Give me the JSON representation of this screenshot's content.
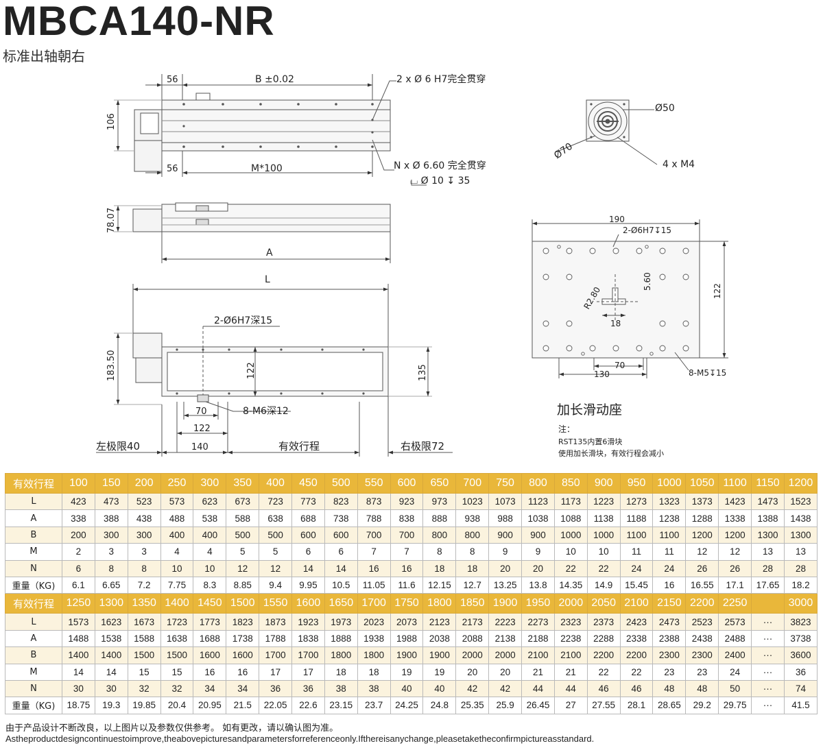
{
  "header": {
    "title": "MBCA140-NR",
    "subtitle": "标准出轴朝右",
    "accent": "#e9b73a"
  },
  "drawing": {
    "top_view": {
      "dim_56_top": "56",
      "dim_b": "B ±0.02",
      "hole_spec_top": "2 x Ø 6 H7完全贯穿",
      "dim_106": "106",
      "dim_56_bottom": "56",
      "dim_m100": "M*100",
      "hole_spec_bottom": "N x Ø 6.60 完全贯穿",
      "counterbore": "⌴ Ø 10 ↧ 35"
    },
    "end_view": {
      "dia_50": "Ø50",
      "dia_70": "Ø70",
      "thread": "4 x M4"
    },
    "side_view": {
      "dim_height": "78.07",
      "dim_a": "A"
    },
    "bottom_view": {
      "dim_l": "L",
      "pin_spec": "2-Ø6H7深15",
      "dim_height": "183.50",
      "dim_122": "122",
      "dim_135": "135",
      "dim_70": "70",
      "thread_spec": "8-M6深12",
      "dim_122b": "122",
      "left_limit": "左极限40",
      "dim_140": "140",
      "stroke": "有效行程",
      "right_limit": "右极限72"
    },
    "carriage": {
      "dim_190": "190",
      "pin_spec": "2-Ø6H7↧15",
      "dim_560": "5.60",
      "dim_r": "R2.80",
      "dim_18": "18",
      "dim_122": "122",
      "dim_70": "70",
      "dim_130": "130",
      "thread": "8-M5↧15",
      "title": "加长滑动座",
      "note_label": "注：",
      "note_1": "RST135内置6滑块",
      "note_2": "使用加长滑块，有效行程会减小"
    }
  },
  "table_1": {
    "header_label": "有效行程",
    "strokes": [
      "100",
      "150",
      "200",
      "250",
      "300",
      "350",
      "400",
      "450",
      "500",
      "550",
      "600",
      "650",
      "700",
      "750",
      "800",
      "850",
      "900",
      "950",
      "1000",
      "1050",
      "1100",
      "1150",
      "1200"
    ],
    "rows": [
      {
        "label": "L",
        "values": [
          "423",
          "473",
          "523",
          "573",
          "623",
          "673",
          "723",
          "773",
          "823",
          "873",
          "923",
          "973",
          "1023",
          "1073",
          "1123",
          "1173",
          "1223",
          "1273",
          "1323",
          "1373",
          "1423",
          "1473",
          "1523"
        ]
      },
      {
        "label": "A",
        "values": [
          "338",
          "388",
          "438",
          "488",
          "538",
          "588",
          "638",
          "688",
          "738",
          "788",
          "838",
          "888",
          "938",
          "988",
          "1038",
          "1088",
          "1138",
          "1188",
          "1238",
          "1288",
          "1338",
          "1388",
          "1438"
        ]
      },
      {
        "label": "B",
        "values": [
          "200",
          "300",
          "300",
          "400",
          "400",
          "500",
          "500",
          "600",
          "600",
          "700",
          "700",
          "800",
          "800",
          "900",
          "900",
          "1000",
          "1000",
          "1100",
          "1100",
          "1200",
          "1200",
          "1300",
          "1300"
        ]
      },
      {
        "label": "M",
        "values": [
          "2",
          "3",
          "3",
          "4",
          "4",
          "5",
          "5",
          "6",
          "6",
          "7",
          "7",
          "8",
          "8",
          "9",
          "9",
          "10",
          "10",
          "11",
          "11",
          "12",
          "12",
          "13",
          "13"
        ]
      },
      {
        "label": "N",
        "values": [
          "6",
          "8",
          "8",
          "10",
          "10",
          "12",
          "12",
          "14",
          "14",
          "16",
          "16",
          "18",
          "18",
          "20",
          "20",
          "22",
          "22",
          "24",
          "24",
          "26",
          "26",
          "28",
          "28"
        ]
      },
      {
        "label": "重量（KG)",
        "values": [
          "6.1",
          "6.65",
          "7.2",
          "7.75",
          "8.3",
          "8.85",
          "9.4",
          "9.95",
          "10.5",
          "11.05",
          "11.6",
          "12.15",
          "12.7",
          "13.25",
          "13.8",
          "14.35",
          "14.9",
          "15.45",
          "16",
          "16.55",
          "17.1",
          "17.65",
          "18.2"
        ]
      }
    ]
  },
  "table_2": {
    "header_label": "有效行程",
    "strokes": [
      "1250",
      "1300",
      "1350",
      "1400",
      "1450",
      "1500",
      "1550",
      "1600",
      "1650",
      "1700",
      "1750",
      "1800",
      "1850",
      "1900",
      "1950",
      "2000",
      "2050",
      "2100",
      "2150",
      "2200",
      "2250",
      "",
      "3000"
    ],
    "rows": [
      {
        "label": "L",
        "values": [
          "1573",
          "1623",
          "1673",
          "1723",
          "1773",
          "1823",
          "1873",
          "1923",
          "1973",
          "2023",
          "2073",
          "2123",
          "2173",
          "2223",
          "2273",
          "2323",
          "2373",
          "2423",
          "2473",
          "2523",
          "2573",
          "···",
          "3823"
        ]
      },
      {
        "label": "A",
        "values": [
          "1488",
          "1538",
          "1588",
          "1638",
          "1688",
          "1738",
          "1788",
          "1838",
          "1888",
          "1938",
          "1988",
          "2038",
          "2088",
          "2138",
          "2188",
          "2238",
          "2288",
          "2338",
          "2388",
          "2438",
          "2488",
          "···",
          "3738"
        ]
      },
      {
        "label": "B",
        "values": [
          "1400",
          "1400",
          "1500",
          "1500",
          "1600",
          "1600",
          "1700",
          "1700",
          "1800",
          "1800",
          "1900",
          "1900",
          "2000",
          "2000",
          "2100",
          "2100",
          "2200",
          "2200",
          "2300",
          "2300",
          "2400",
          "···",
          "3600"
        ]
      },
      {
        "label": "M",
        "values": [
          "14",
          "14",
          "15",
          "15",
          "16",
          "16",
          "17",
          "17",
          "18",
          "18",
          "19",
          "19",
          "20",
          "20",
          "21",
          "21",
          "22",
          "22",
          "23",
          "23",
          "24",
          "···",
          "36"
        ]
      },
      {
        "label": "N",
        "values": [
          "30",
          "30",
          "32",
          "32",
          "34",
          "34",
          "36",
          "36",
          "38",
          "38",
          "40",
          "40",
          "42",
          "42",
          "44",
          "44",
          "46",
          "46",
          "48",
          "48",
          "50",
          "···",
          "74"
        ]
      },
      {
        "label": "重量（KG)",
        "values": [
          "18.75",
          "19.3",
          "19.85",
          "20.4",
          "20.95",
          "21.5",
          "22.05",
          "22.6",
          "23.15",
          "23.7",
          "24.25",
          "24.8",
          "25.35",
          "25.9",
          "26.45",
          "27",
          "27.55",
          "28.1",
          "28.65",
          "29.2",
          "29.75",
          "···",
          "41.5"
        ]
      }
    ]
  },
  "footer": {
    "note_cn": "由于产品设计不断改良，以上图片以及参数仅供参考。  如有更改，请以确认图为准。",
    "note_en": "Astheproductdesigncontinuestoimprove,theabovepicturesandparametersforreferenceonly.Ifthereisanychange,pleasetaketheconfirmpictureasstandard."
  }
}
